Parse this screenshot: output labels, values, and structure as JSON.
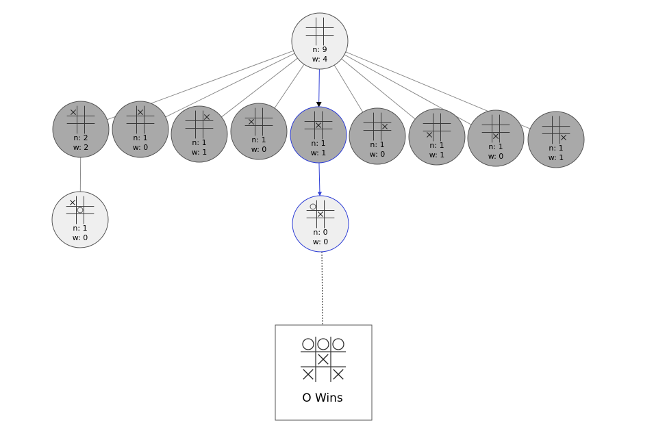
{
  "colors": {
    "explored_fill": "#a9a9a9",
    "unexplored_fill": "#efefef",
    "edge": "#8a8a8a",
    "selected": "#2f3fd6",
    "board_line": "#3a3a3a"
  },
  "root": {
    "n": "n: 9",
    "w": "w: 4",
    "board": [
      "",
      "",
      "",
      "",
      "",
      "",
      "",
      "",
      ""
    ]
  },
  "children": [
    {
      "n": "n: 2",
      "w": "w: 2",
      "board": [
        "X",
        "",
        "",
        "",
        "",
        "",
        "",
        "",
        ""
      ]
    },
    {
      "n": "n: 1",
      "w": "w: 0",
      "board": [
        "",
        "X",
        "",
        "",
        "",
        "",
        "",
        "",
        ""
      ]
    },
    {
      "n": "n: 1",
      "w": "w: 1",
      "board": [
        "",
        "",
        "X",
        "",
        "",
        "",
        "",
        "",
        ""
      ]
    },
    {
      "n": "n: 1",
      "w": "w: 0",
      "board": [
        "",
        "",
        "",
        "X",
        "",
        "",
        "",
        "",
        ""
      ]
    },
    {
      "n": "n: 1",
      "w": "w: 1",
      "board": [
        "",
        "",
        "",
        "",
        "X",
        "",
        "",
        "",
        ""
      ],
      "selected": true
    },
    {
      "n": "n: 1",
      "w": "w: 0",
      "board": [
        "",
        "",
        "",
        "",
        "",
        "X",
        "",
        "",
        ""
      ]
    },
    {
      "n": "n: 1",
      "w": "w: 1",
      "board": [
        "",
        "",
        "",
        "",
        "",
        "",
        "X",
        "",
        ""
      ]
    },
    {
      "n": "n: 1",
      "w": "w: 0",
      "board": [
        "",
        "",
        "",
        "",
        "",
        "",
        "",
        "X",
        ""
      ]
    },
    {
      "n": "n: 1",
      "w": "w: 1",
      "board": [
        "",
        "",
        "",
        "",
        "",
        "",
        "",
        "",
        "X"
      ]
    }
  ],
  "grandchildren": [
    {
      "parent": 0,
      "n": "n: 1",
      "w": "w: 0",
      "board": [
        "X",
        "",
        "",
        "",
        "O",
        "",
        "",
        "",
        ""
      ],
      "selected": false
    },
    {
      "parent": 4,
      "n": "n: 0",
      "w": "w: 0",
      "board": [
        "O",
        "",
        "",
        "",
        "X",
        "",
        "",
        "",
        ""
      ],
      "selected": true
    }
  ],
  "result": {
    "label": "O Wins",
    "board": [
      "O",
      "O",
      "O",
      "",
      "X",
      "",
      "X",
      "",
      "X"
    ]
  }
}
